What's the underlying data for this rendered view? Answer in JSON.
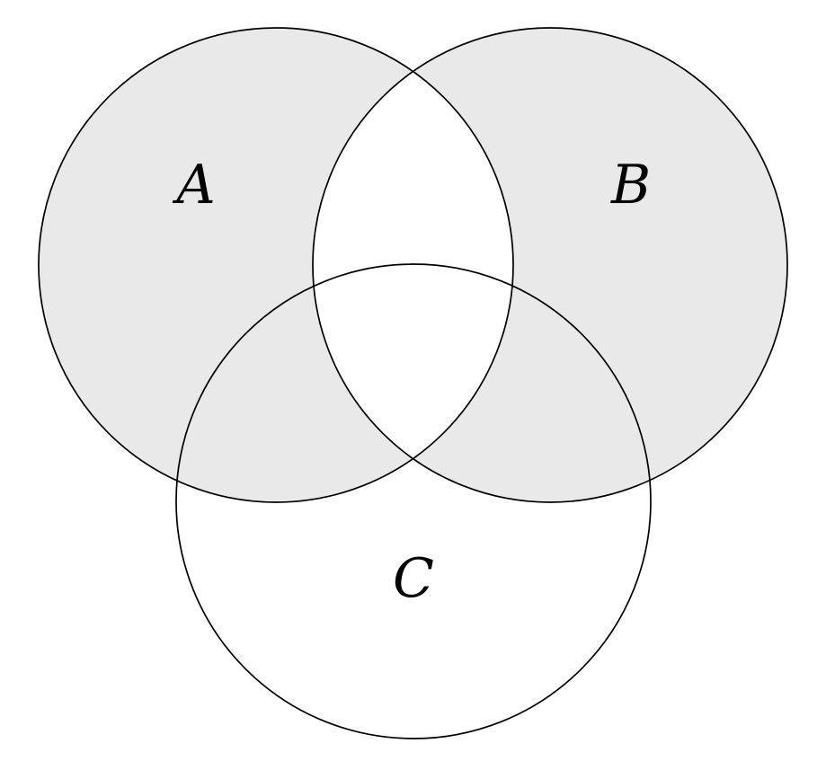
{
  "diagram": {
    "type": "venn",
    "sets": [
      {
        "id": "A",
        "label": "A"
      },
      {
        "id": "B",
        "label": "B"
      },
      {
        "id": "C",
        "label": "C"
      }
    ],
    "shaded_region": "(A ∪ B) − (A ∩ B)",
    "unshaded_regions": [
      "A ∩ B",
      "C only",
      "outside"
    ],
    "colors": {
      "shade_fill": "#e9e9e9",
      "lens_fill": "#ffffff",
      "stroke": "#000000",
      "label": "#000000",
      "background": "#ffffff"
    }
  }
}
